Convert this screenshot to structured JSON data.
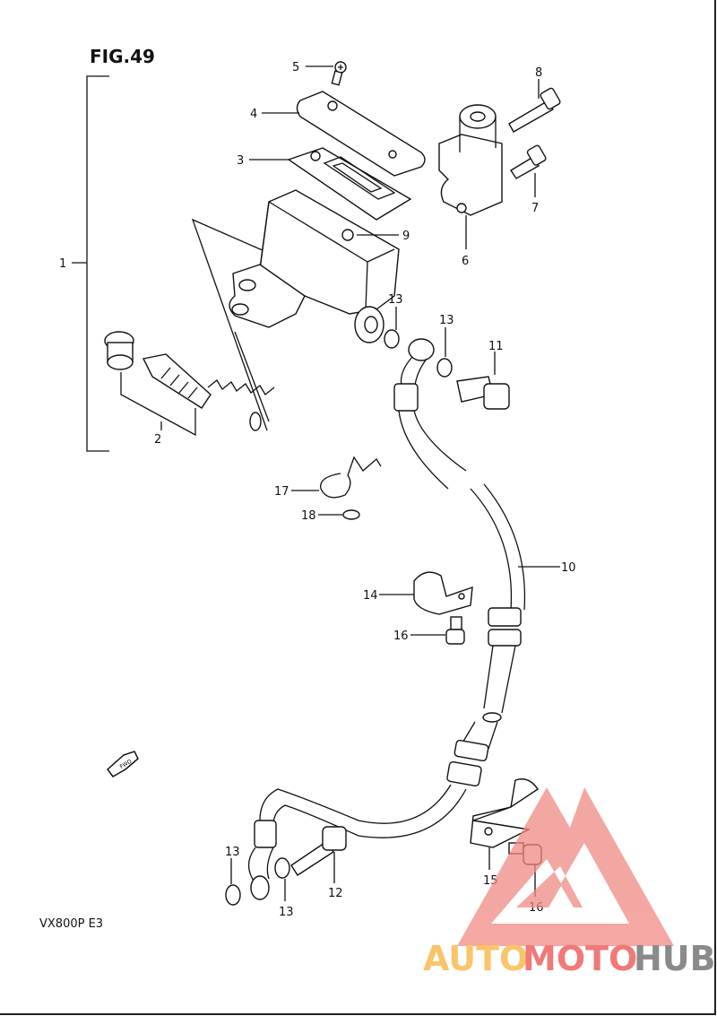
{
  "figure": {
    "title": "FIG.49",
    "model_code": "VX800P E3",
    "fwd_label": "FWD"
  },
  "callouts": [
    "1",
    "2",
    "3",
    "4",
    "5",
    "6",
    "7",
    "8",
    "9",
    "10",
    "11",
    "12",
    "13",
    "14",
    "15",
    "16",
    "17",
    "18"
  ],
  "watermark": {
    "part1": "AUTO",
    "part2": "MOTO",
    "part3": "HUB",
    "colors": {
      "logo": "#f08a84",
      "auto": "#fbc46a",
      "moto": "#f07a78",
      "hub": "#8a8a8a"
    }
  }
}
